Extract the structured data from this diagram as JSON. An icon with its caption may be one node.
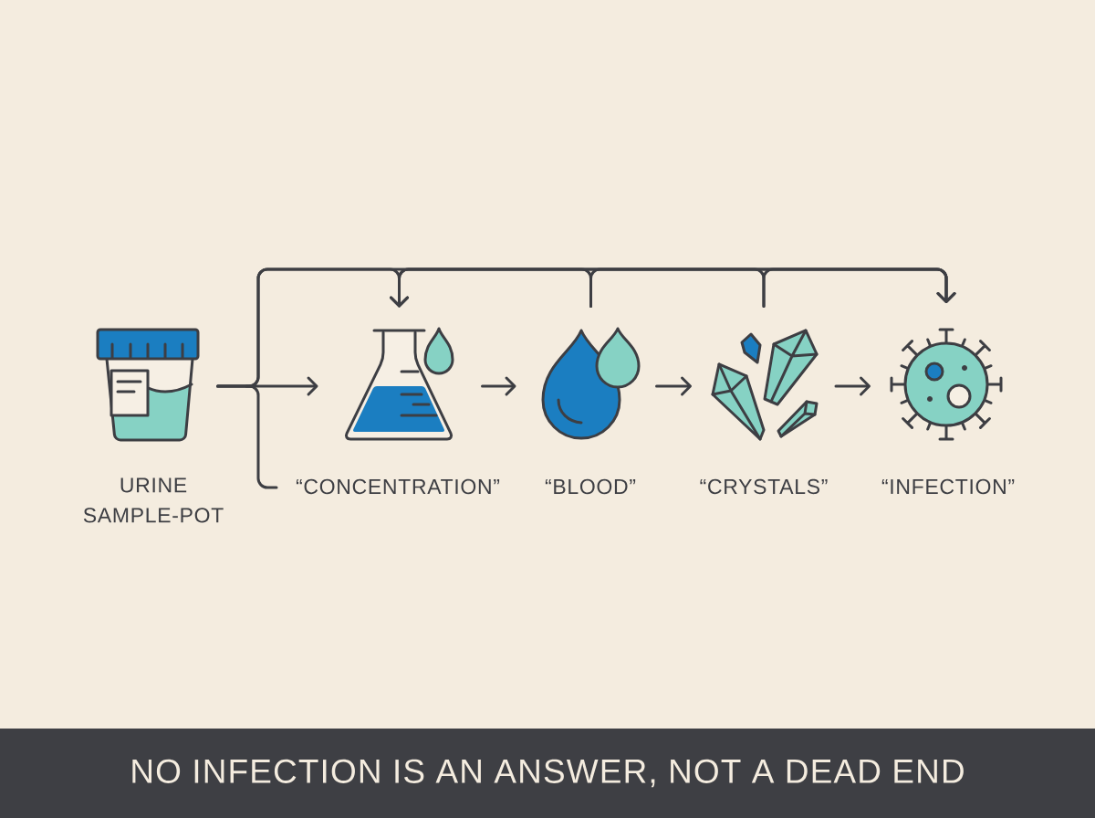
{
  "diagram": {
    "caption": "NO INFECTION IS AN ANSWER, NOT A DEAD END",
    "nodes": [
      {
        "text": [],
        "shape": "picture",
        "beside": [
          "URINE SAMPLE-POT"
        ]
      },
      {
        "text": [],
        "shape": "picture",
        "beside": [
          "“CONCENTRATION”"
        ]
      },
      {
        "text": [],
        "shape": "picture",
        "beside": [
          "“BLOOD”"
        ]
      },
      {
        "text": [],
        "shape": "picture",
        "beside": [
          "“CRYSTALS”"
        ]
      },
      {
        "text": [],
        "shape": "picture",
        "beside": [
          "“INFECTION”"
        ]
      }
    ],
    "edges": [
      {
        "from": 0,
        "to": 1,
        "arrow": "to"
      },
      {
        "from": 1,
        "to": 2,
        "arrow": "to"
      },
      {
        "from": 2,
        "to": 3,
        "arrow": "to"
      },
      {
        "from": 3,
        "to": 4,
        "arrow": "to"
      },
      {
        "from": 0,
        "to": 1,
        "arrow": "to"
      },
      {
        "from": 0,
        "to": 4,
        "arrow": "to"
      },
      {
        "from": 2,
        "to": 1,
        "arrow": "to"
      },
      {
        "from": 2,
        "to": 4,
        "arrow": "to"
      },
      {
        "from": 3,
        "to": 1,
        "arrow": "to"
      },
      {
        "from": 3,
        "to": 4,
        "arrow": "to"
      }
    ]
  }
}
